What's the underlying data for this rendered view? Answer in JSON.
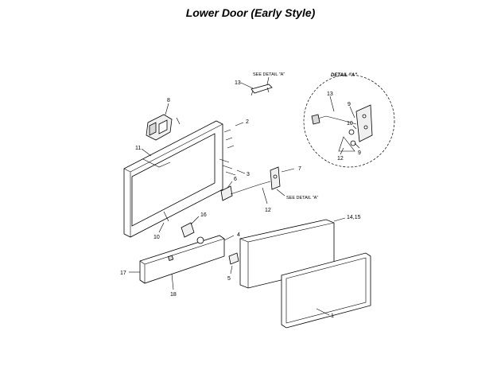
{
  "title": "Lower Door (Early Style)",
  "detail": {
    "title": "DETAIL \"A\"",
    "callouts": [
      "13",
      "9",
      "10",
      "12",
      "9"
    ]
  },
  "see_detail_top": "SEE DETAIL \"A\"",
  "see_detail_mid": "SEE DETAIL \"A\"",
  "callouts": {
    "c1": "1",
    "c2": "2",
    "c3": "3",
    "c4": "4",
    "c5": "5",
    "c6": "6",
    "c7": "7",
    "c8": "8",
    "c10": "10",
    "c11": "11",
    "c12": "12",
    "c13": "13",
    "c1415": "14,15",
    "c16": "16",
    "c17": "17",
    "c18": "18"
  }
}
